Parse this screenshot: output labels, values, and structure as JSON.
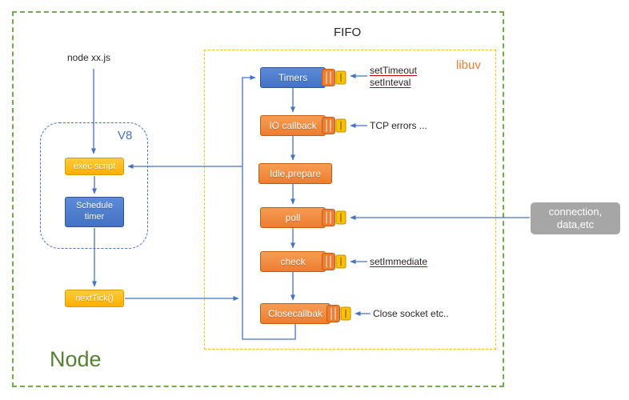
{
  "labels": {
    "node": "Node",
    "entry": "node xx.js",
    "v8": "V8",
    "fifo": "FIFO",
    "libuv": "libuv"
  },
  "v8_internals": {
    "exec_script": "exec script",
    "schedule_line1": "Schedule",
    "schedule_line2": "timer",
    "next_tick": "nextTick()"
  },
  "loop_stages": [
    {
      "label": "Timers",
      "queue": true
    },
    {
      "label": "IO callback",
      "queue": true
    },
    {
      "label": "Idle,prepare",
      "queue": false
    },
    {
      "label": "poll",
      "queue": true
    },
    {
      "label": "check",
      "queue": true
    },
    {
      "label": "Closecallbak",
      "queue": true
    }
  ],
  "annotations": {
    "timers_line1": "setTimeout",
    "timers_line2": "setInteval",
    "io_callback": "TCP errors ...",
    "check": "setImmediate",
    "close": "Close socket etc.."
  },
  "external_box": {
    "line1": "connection,",
    "line2": "data,etc"
  },
  "colors": {
    "node_border_green": "#70ad47",
    "node_text_green": "#548235",
    "v8_blue": "#4472c4",
    "libuv_border_yellow": "#ffc000",
    "libuv_text_orange": "#ed7d31",
    "stage_orange": "#ed7d31",
    "stage_blue": "#4472c4",
    "button_yellow": "#ffb900",
    "connector_blue": "#4472c4",
    "underline_red": "#c00000",
    "external_gray": "#a6a6a6"
  }
}
